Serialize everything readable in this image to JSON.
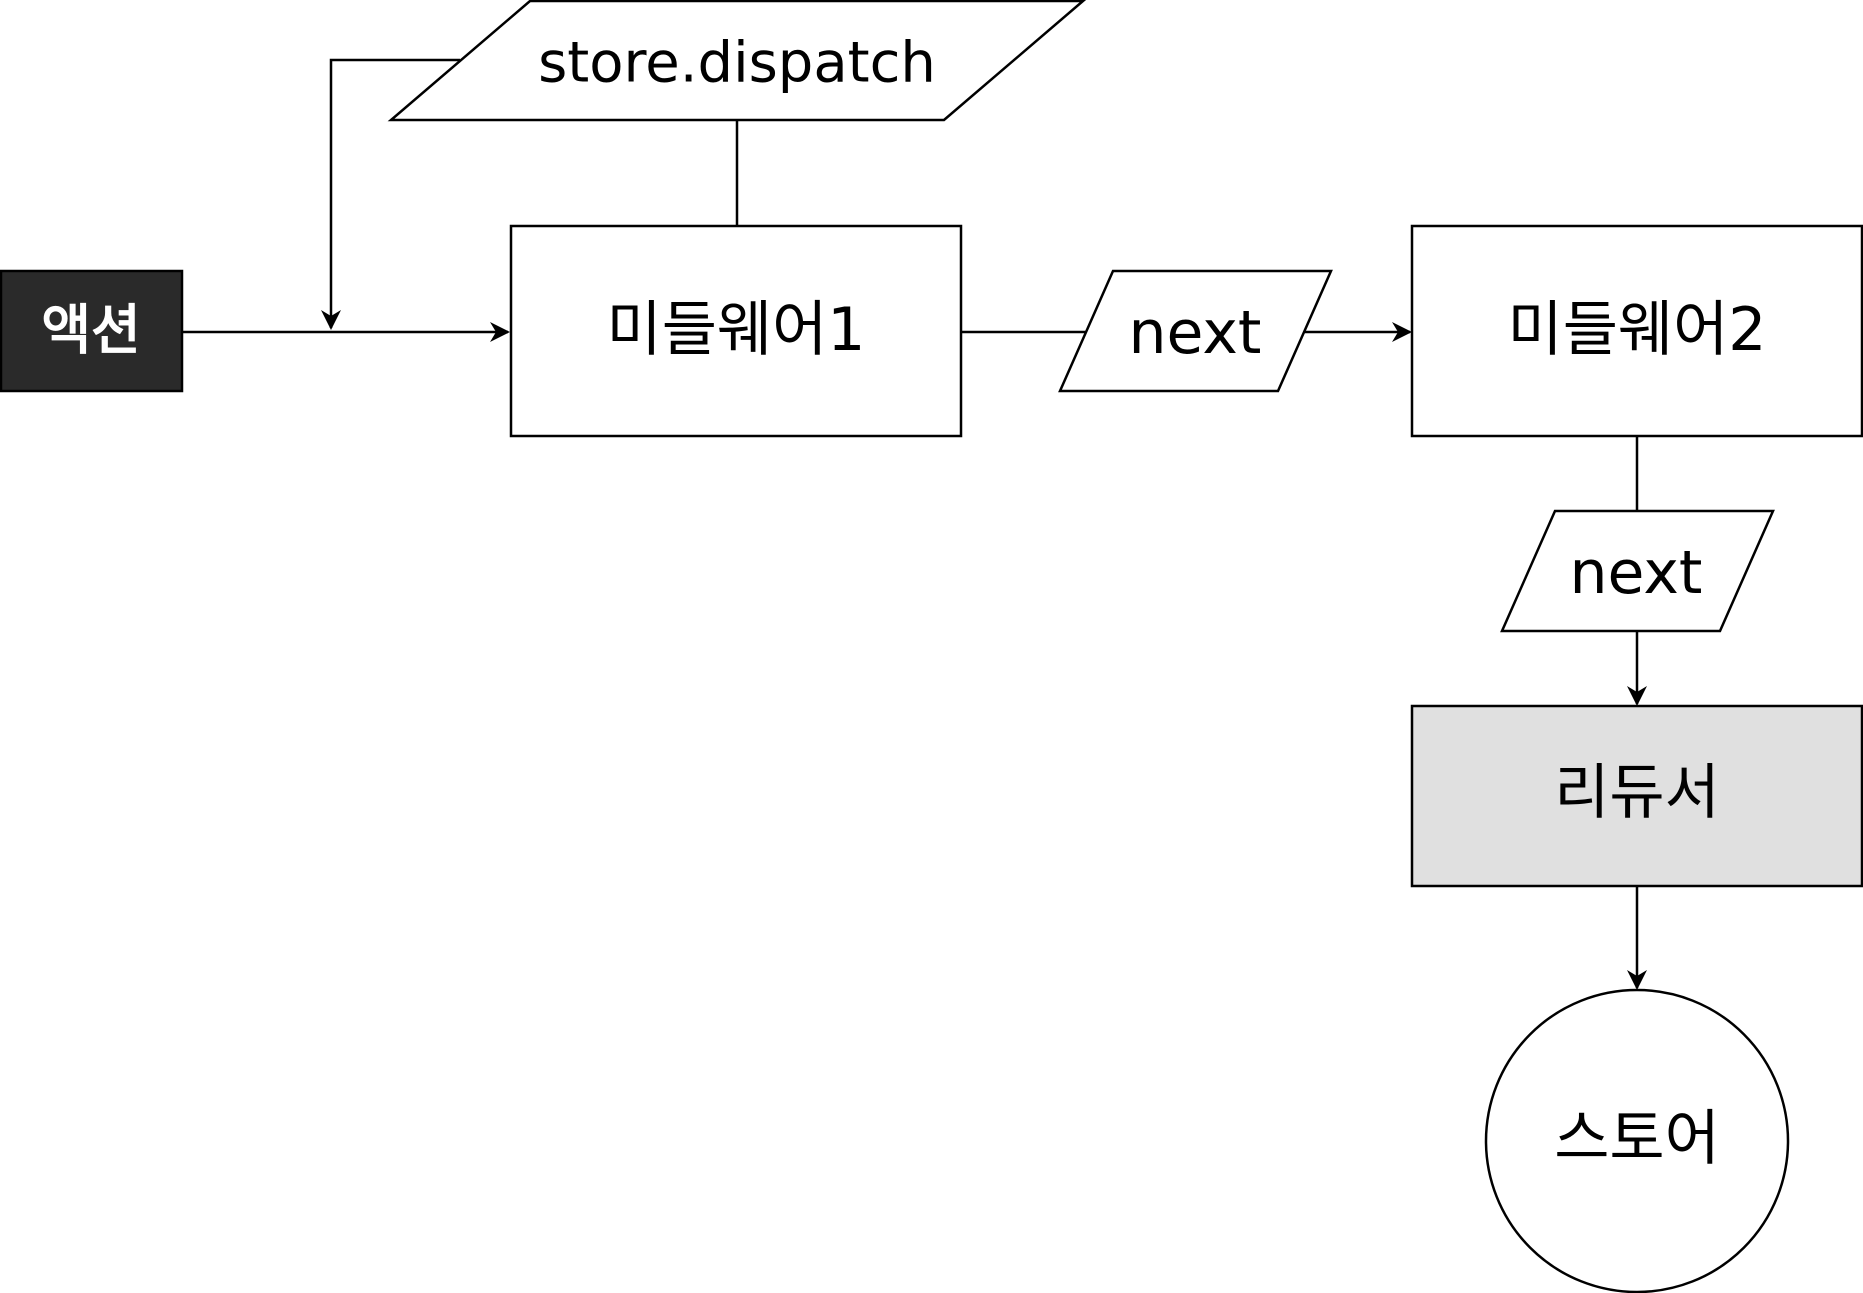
{
  "diagram": {
    "nodes": {
      "action": {
        "label": "액션",
        "fill": "#2a2a2a",
        "text_color": "#ffffff"
      },
      "dispatch": {
        "label": "store.dispatch",
        "fill": "#ffffff"
      },
      "middleware1": {
        "label": "미들웨어1",
        "fill": "#ffffff"
      },
      "next1": {
        "label": "next",
        "fill": "#ffffff"
      },
      "middleware2": {
        "label": "미들웨어2",
        "fill": "#ffffff"
      },
      "next2": {
        "label": "next",
        "fill": "#ffffff"
      },
      "reducer": {
        "label": "리듀서",
        "fill": "#e0e0e0"
      },
      "store": {
        "label": "스토어",
        "fill": "#ffffff"
      }
    },
    "edges": [
      {
        "from": "action",
        "to": "middleware1"
      },
      {
        "from": "dispatch",
        "to": "action-middleware1-link"
      },
      {
        "from": "middleware1",
        "to": "dispatch"
      },
      {
        "from": "middleware1",
        "to": "next1"
      },
      {
        "from": "next1",
        "to": "middleware2"
      },
      {
        "from": "middleware2",
        "to": "next2"
      },
      {
        "from": "next2",
        "to": "reducer"
      },
      {
        "from": "reducer",
        "to": "store"
      }
    ]
  }
}
